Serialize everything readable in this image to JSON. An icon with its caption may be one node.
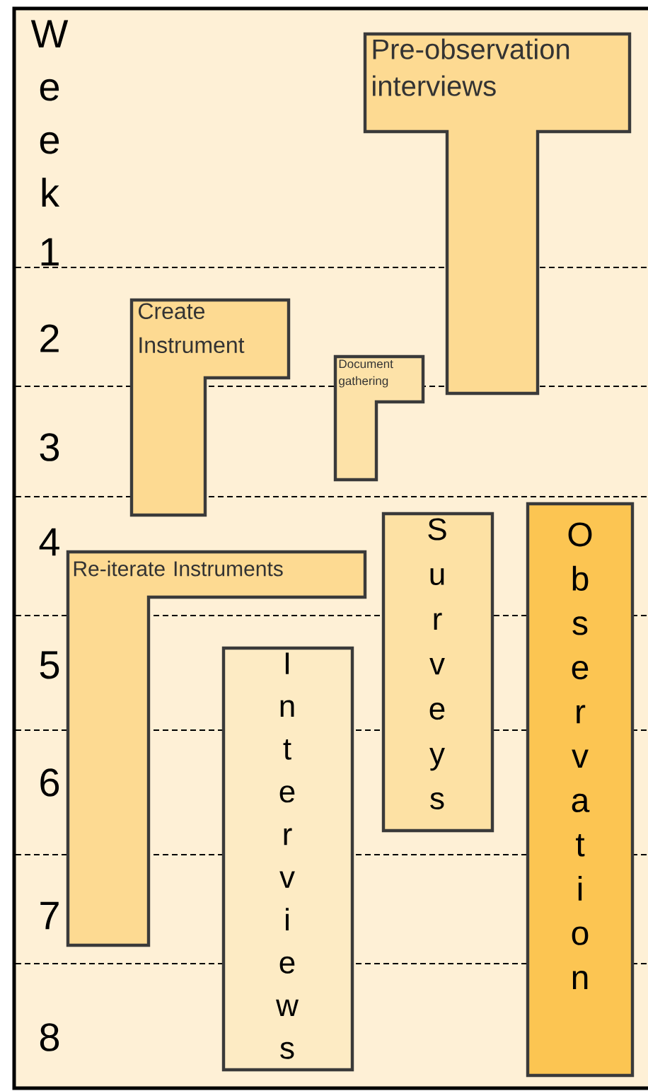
{
  "diagram": {
    "nodes": [
      {
        "text": [
          "Pre-observation interviews"
        ]
      },
      {
        "text": [
          "Create Instrument"
        ]
      },
      {
        "text": [
          "Document gathering"
        ]
      },
      {
        "text": [
          "Re-iterate Instruments"
        ]
      },
      {
        "text": [
          "Surveys"
        ]
      },
      {
        "text": [
          "Interviews"
        ]
      },
      {
        "text": [
          "Observation"
        ]
      }
    ],
    "labels": [
      "Week",
      "1",
      "2",
      "3",
      "4",
      "5",
      "6",
      "7",
      "8"
    ]
  }
}
